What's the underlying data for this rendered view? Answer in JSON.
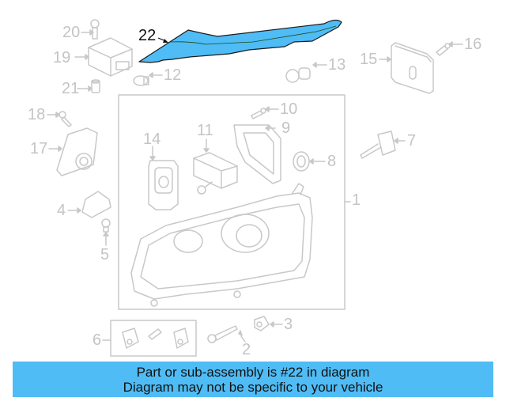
{
  "diagram": {
    "highlighted_part": "22",
    "highlight_color": "#4fbcf5",
    "line_color": "#c4c4c4",
    "callouts": [
      {
        "id": "c1",
        "label": "1"
      },
      {
        "id": "c2",
        "label": "2"
      },
      {
        "id": "c3",
        "label": "3"
      },
      {
        "id": "c4",
        "label": "4"
      },
      {
        "id": "c5",
        "label": "5"
      },
      {
        "id": "c6",
        "label": "6"
      },
      {
        "id": "c7",
        "label": "7"
      },
      {
        "id": "c8",
        "label": "8"
      },
      {
        "id": "c9",
        "label": "9"
      },
      {
        "id": "c10",
        "label": "10"
      },
      {
        "id": "c11",
        "label": "11"
      },
      {
        "id": "c12",
        "label": "12"
      },
      {
        "id": "c13",
        "label": "13"
      },
      {
        "id": "c14",
        "label": "14"
      },
      {
        "id": "c15",
        "label": "15"
      },
      {
        "id": "c16",
        "label": "16"
      },
      {
        "id": "c17",
        "label": "17"
      },
      {
        "id": "c18",
        "label": "18"
      },
      {
        "id": "c19",
        "label": "19"
      },
      {
        "id": "c20",
        "label": "20"
      },
      {
        "id": "c21",
        "label": "21"
      },
      {
        "id": "c22",
        "label": "22"
      }
    ]
  },
  "banner": {
    "line1": "Part or sub-assembly is #22 in diagram",
    "line2": "Diagram may not be specific to your vehicle",
    "background": "#4fbcf5"
  }
}
